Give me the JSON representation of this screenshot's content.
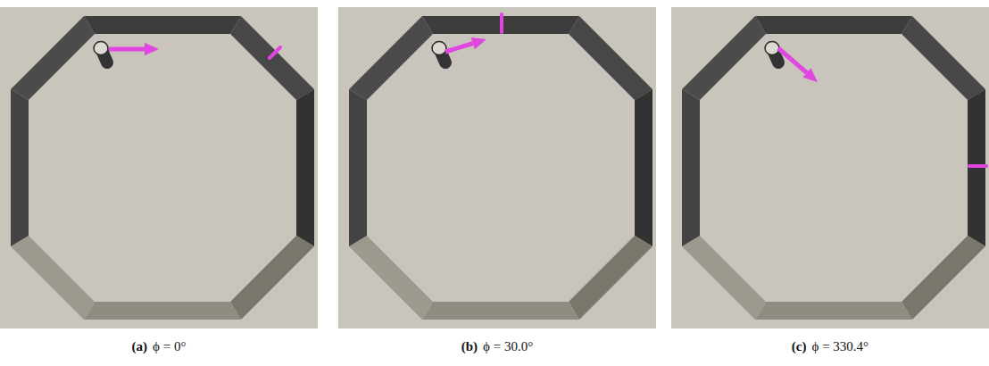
{
  "diagram": {
    "labels": [
      "(a)",
      "ϕ = 0°",
      "(b)",
      "ϕ = 30.0°",
      "(c)",
      "ϕ = 330.4°"
    ]
  }
}
